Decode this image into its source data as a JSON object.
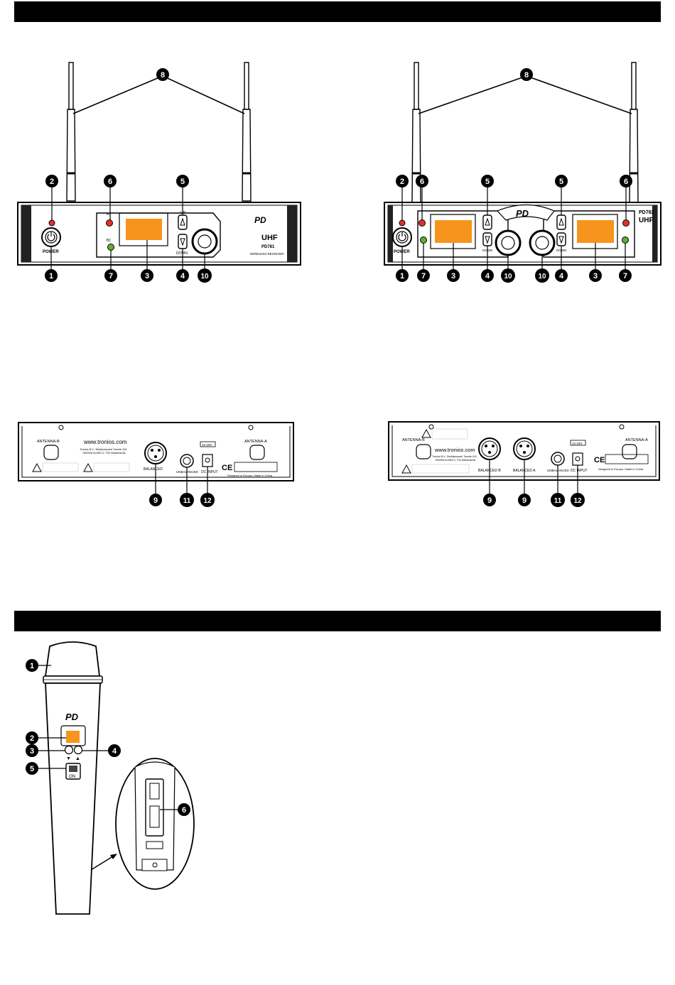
{
  "single_front": {
    "power_label": "POWER",
    "up_label": "UP",
    "down_label": "DOWN",
    "brand": "UHF",
    "model": "PD781",
    "subtitle": "WIRELESS RECEIVER",
    "a1": "A1",
    "b1": "B1"
  },
  "dual_front": {
    "power_label": "POWER",
    "down_label": "DOWN",
    "model": "PD782",
    "brand": "UHF"
  },
  "single_rear": {
    "antenna_b": "ANTENNA-B",
    "antenna_a": "ANTENNA-A",
    "website": "www.tronios.com",
    "address1": "Tronios B.V., Bedrijvenpark Twente 415",
    "address2": "7602KM ALMELO, The Netherlands",
    "balanced": "BALANCED",
    "unbalanced": "UNBALANCED",
    "dc_input": "DC INPUT",
    "dc_rating": "12-18V",
    "made_in": "Designed in Europe, Made in China",
    "ce": "CE"
  },
  "dual_rear": {
    "antenna_b": "ANTENNA-B",
    "antenna_a": "ANTENNA-A",
    "website": "www.tronios.com",
    "address1": "Tronios B.V., Bedrijvenpark Twente 415",
    "address2": "7602KM ALMELO, The Netherlands",
    "balanced_b": "BALANCED B",
    "balanced_a": "BALANCED A",
    "unbalanced": "UNBALANCED",
    "dc_input": "DC INPUT",
    "dc_rating": "12-18V",
    "made_in": "Designed in Europe, Made in China",
    "ce": "CE"
  },
  "mic": {
    "on_label": "ON",
    "down_arrow": "▼",
    "up_arrow": "▲"
  },
  "callouts": {
    "n1": "1",
    "n2": "2",
    "n3": "3",
    "n4": "4",
    "n5": "5",
    "n6": "6",
    "n7": "7",
    "n8": "8",
    "n9": "9",
    "n10": "10",
    "n11": "11",
    "n12": "12"
  },
  "colors": {
    "bar": "#000000",
    "lcd": "#f7941d",
    "led_red": "#e0332a",
    "led_green": "#5bb031",
    "callout": "#000000"
  }
}
